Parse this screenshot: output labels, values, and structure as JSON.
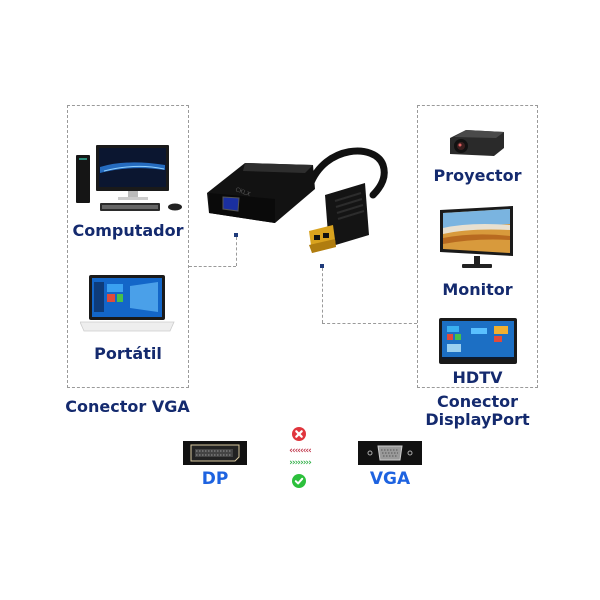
{
  "left_panel": {
    "devices": [
      {
        "label": "Computador",
        "icon": "desktop-computer-icon"
      },
      {
        "label": "Portátil",
        "icon": "laptop-icon"
      }
    ],
    "caption": "Conector VGA"
  },
  "right_panel": {
    "devices": [
      {
        "label": "Proyector",
        "icon": "projector-icon"
      },
      {
        "label": "Monitor",
        "icon": "monitor-icon"
      },
      {
        "label": "HDTV",
        "icon": "hdtv-icon"
      }
    ],
    "caption_line1": "Conector",
    "caption_line2": "DisplayPort"
  },
  "product": {
    "icon": "displayport-to-vga-adapter-image"
  },
  "direction": {
    "left_port_label": "DP",
    "right_port_label": "VGA",
    "reverse_arrows": "‹‹‹‹‹‹‹‹",
    "forward_arrows": "››››››››",
    "reverse_status_icon": "error-x-icon",
    "forward_status_icon": "check-icon"
  },
  "colors": {
    "label_navy": "#142a6e",
    "port_label_blue": "#1e63e0",
    "error_red": "#e0353d",
    "ok_green": "#2cc03c",
    "arrow_red": "#c0354a",
    "arrow_green": "#33b04a"
  }
}
